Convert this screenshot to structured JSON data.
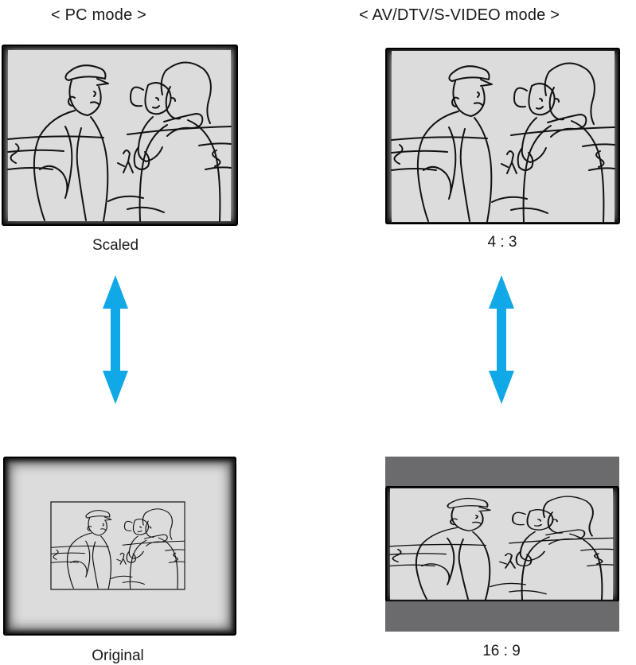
{
  "headings": {
    "pc_mode": "< PC mode >",
    "av_mode": "< AV/DTV/S-VIDEO mode >"
  },
  "labels": {
    "scaled": "Scaled",
    "original": "Original",
    "ratio_4_3": "4 : 3",
    "ratio_16_9": "16 : 9"
  },
  "colors": {
    "arrow": "#10a8e6",
    "screen_background": "#dcdcdc",
    "letterbox_bar": "#6b6b6d"
  },
  "icons": {
    "arrow": "double-headed-vertical-arrow-icon",
    "scene": "family-beach-scene-icon"
  }
}
